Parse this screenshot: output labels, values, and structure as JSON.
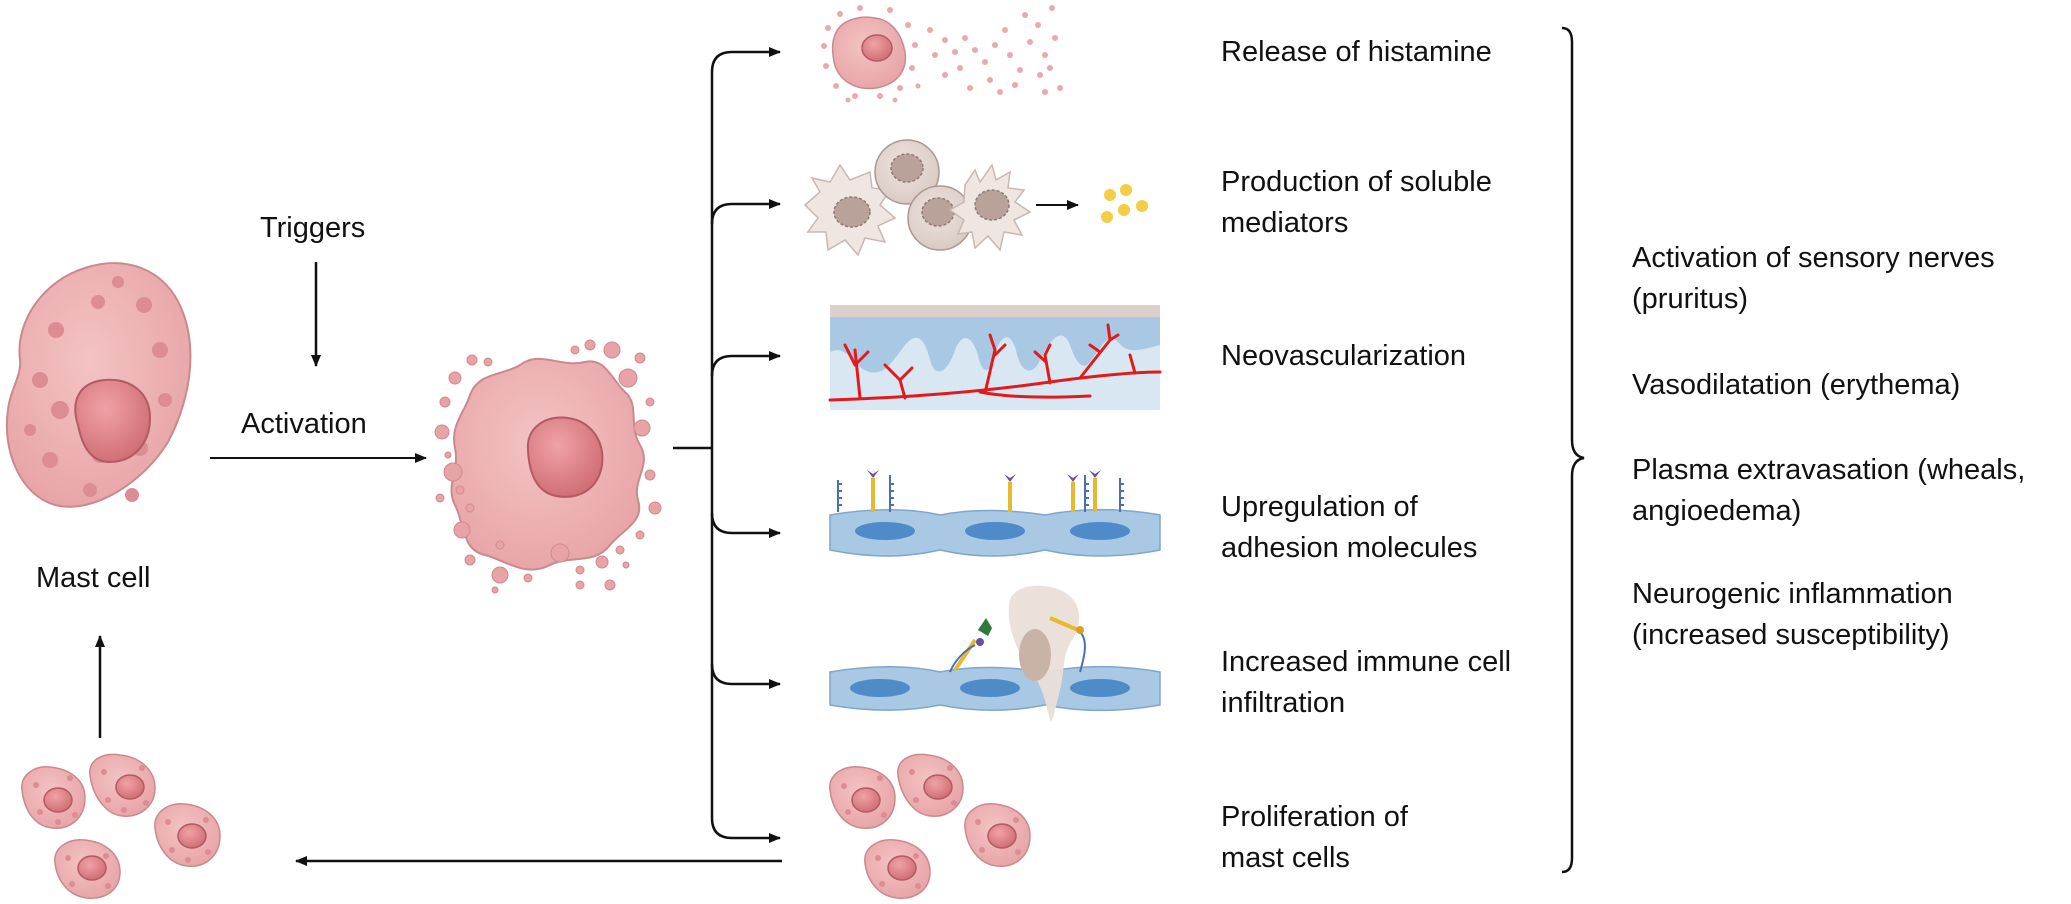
{
  "left": {
    "triggers": "Triggers",
    "activation": "Activation",
    "mast_cell": "Mast cell"
  },
  "effects": [
    {
      "lines": [
        "Release of histamine"
      ]
    },
    {
      "lines": [
        "Production of soluble",
        "mediators"
      ]
    },
    {
      "lines": [
        "Neovascularization"
      ]
    },
    {
      "lines": [
        "Upregulation of",
        "adhesion molecules"
      ]
    },
    {
      "lines": [
        "Increased immune cell",
        "infiltration"
      ]
    },
    {
      "lines": [
        "Proliferation of",
        "mast cells"
      ]
    }
  ],
  "outcomes": [
    {
      "lines": [
        "Activation of sensory nerves",
        "(pruritus)"
      ]
    },
    {
      "lines": [
        "Vasodilatation (erythema)"
      ]
    },
    {
      "lines": [
        "Plasma extravasation (wheals,",
        "angioedema)"
      ]
    },
    {
      "lines": [
        "Neurogenic inflammation",
        "(increased susceptibility)"
      ]
    }
  ],
  "colors": {
    "cell_pink": "#eaa9ab",
    "nucleus_pink": "#d9757c",
    "vessel_red": "#e11b1b",
    "tissue_blue": "#a9c8e4",
    "mediator_yellow": "#f2cd45"
  }
}
